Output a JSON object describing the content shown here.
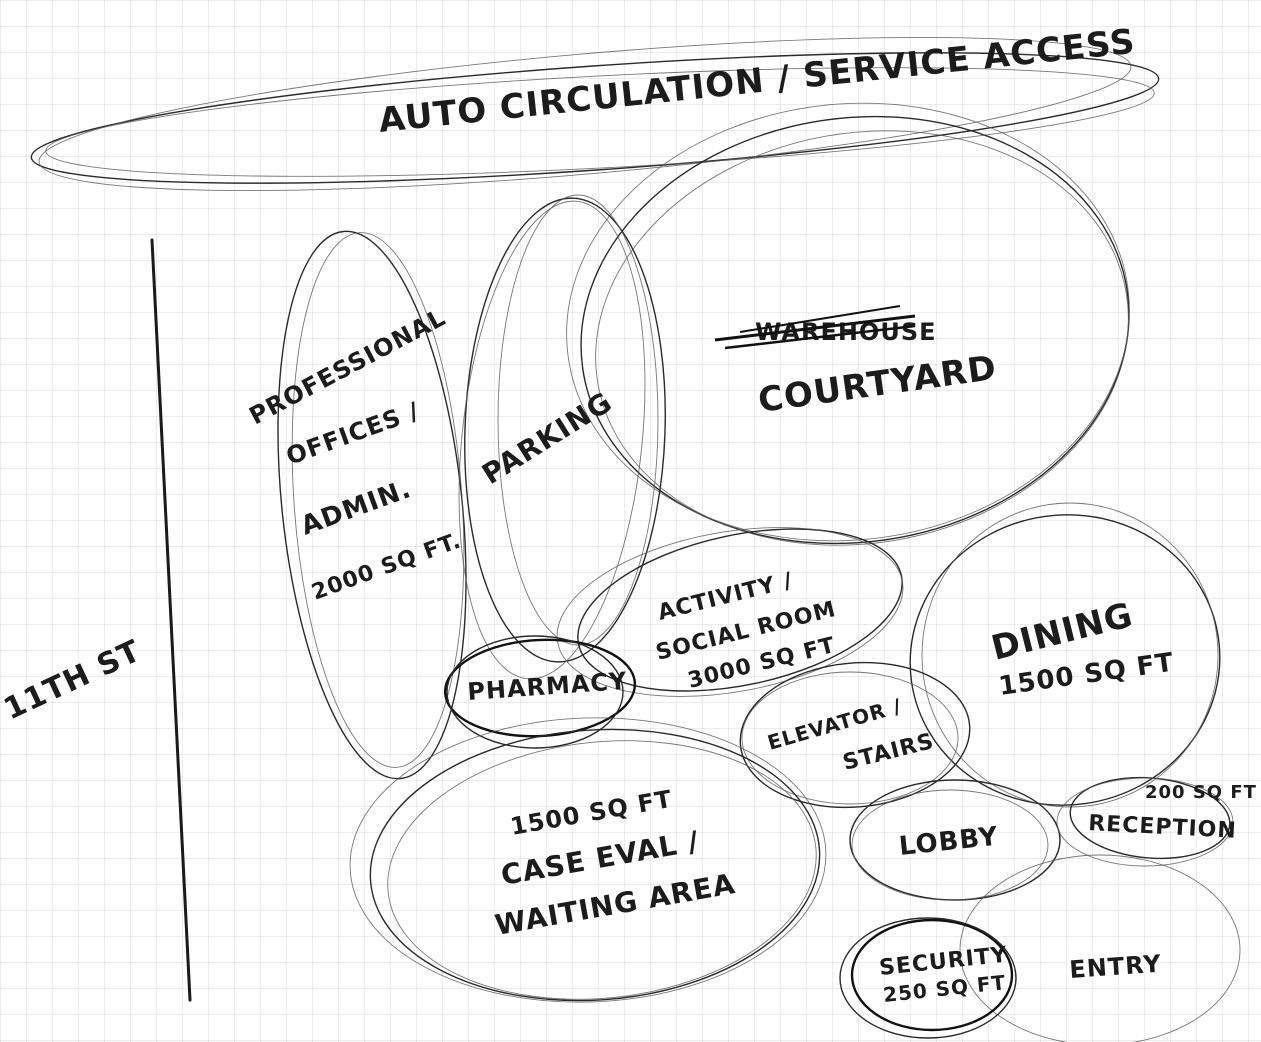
{
  "sheet": {
    "grid_color": "#d9d9d9",
    "ink_color": "#1c1c1c"
  },
  "labels": {
    "auto_circulation": "AUTO CIRCULATION / SERVICE ACCESS",
    "courtyard_struck": "WAREHOUSE",
    "courtyard": "COURTYARD",
    "professional_offices_1": "PROFESSIONAL",
    "professional_offices_2": "OFFICES /",
    "professional_offices_3": "ADMIN.",
    "professional_offices_4": "2000 SQ FT.",
    "parking": "PARKING",
    "activity_1": "ACTIVITY /",
    "activity_2": "SOCIAL ROOM",
    "activity_3": "3000 SQ FT",
    "pharmacy": "PHARMACY",
    "dining_1": "DINING",
    "dining_2": "1500 SQ FT",
    "elevator_1": "ELEVATOR /",
    "elevator_2": "STAIRS",
    "case_eval_1": "1500 SQ FT",
    "case_eval_2": "CASE EVAL /",
    "case_eval_3": "WAITING AREA",
    "lobby": "LOBBY",
    "reception_1": "200 SQ FT",
    "reception_2": "RECEPTION",
    "security_1": "SECURITY",
    "security_2": "250 SQ FT",
    "entry": "ENTRY",
    "street": "11TH ST"
  }
}
